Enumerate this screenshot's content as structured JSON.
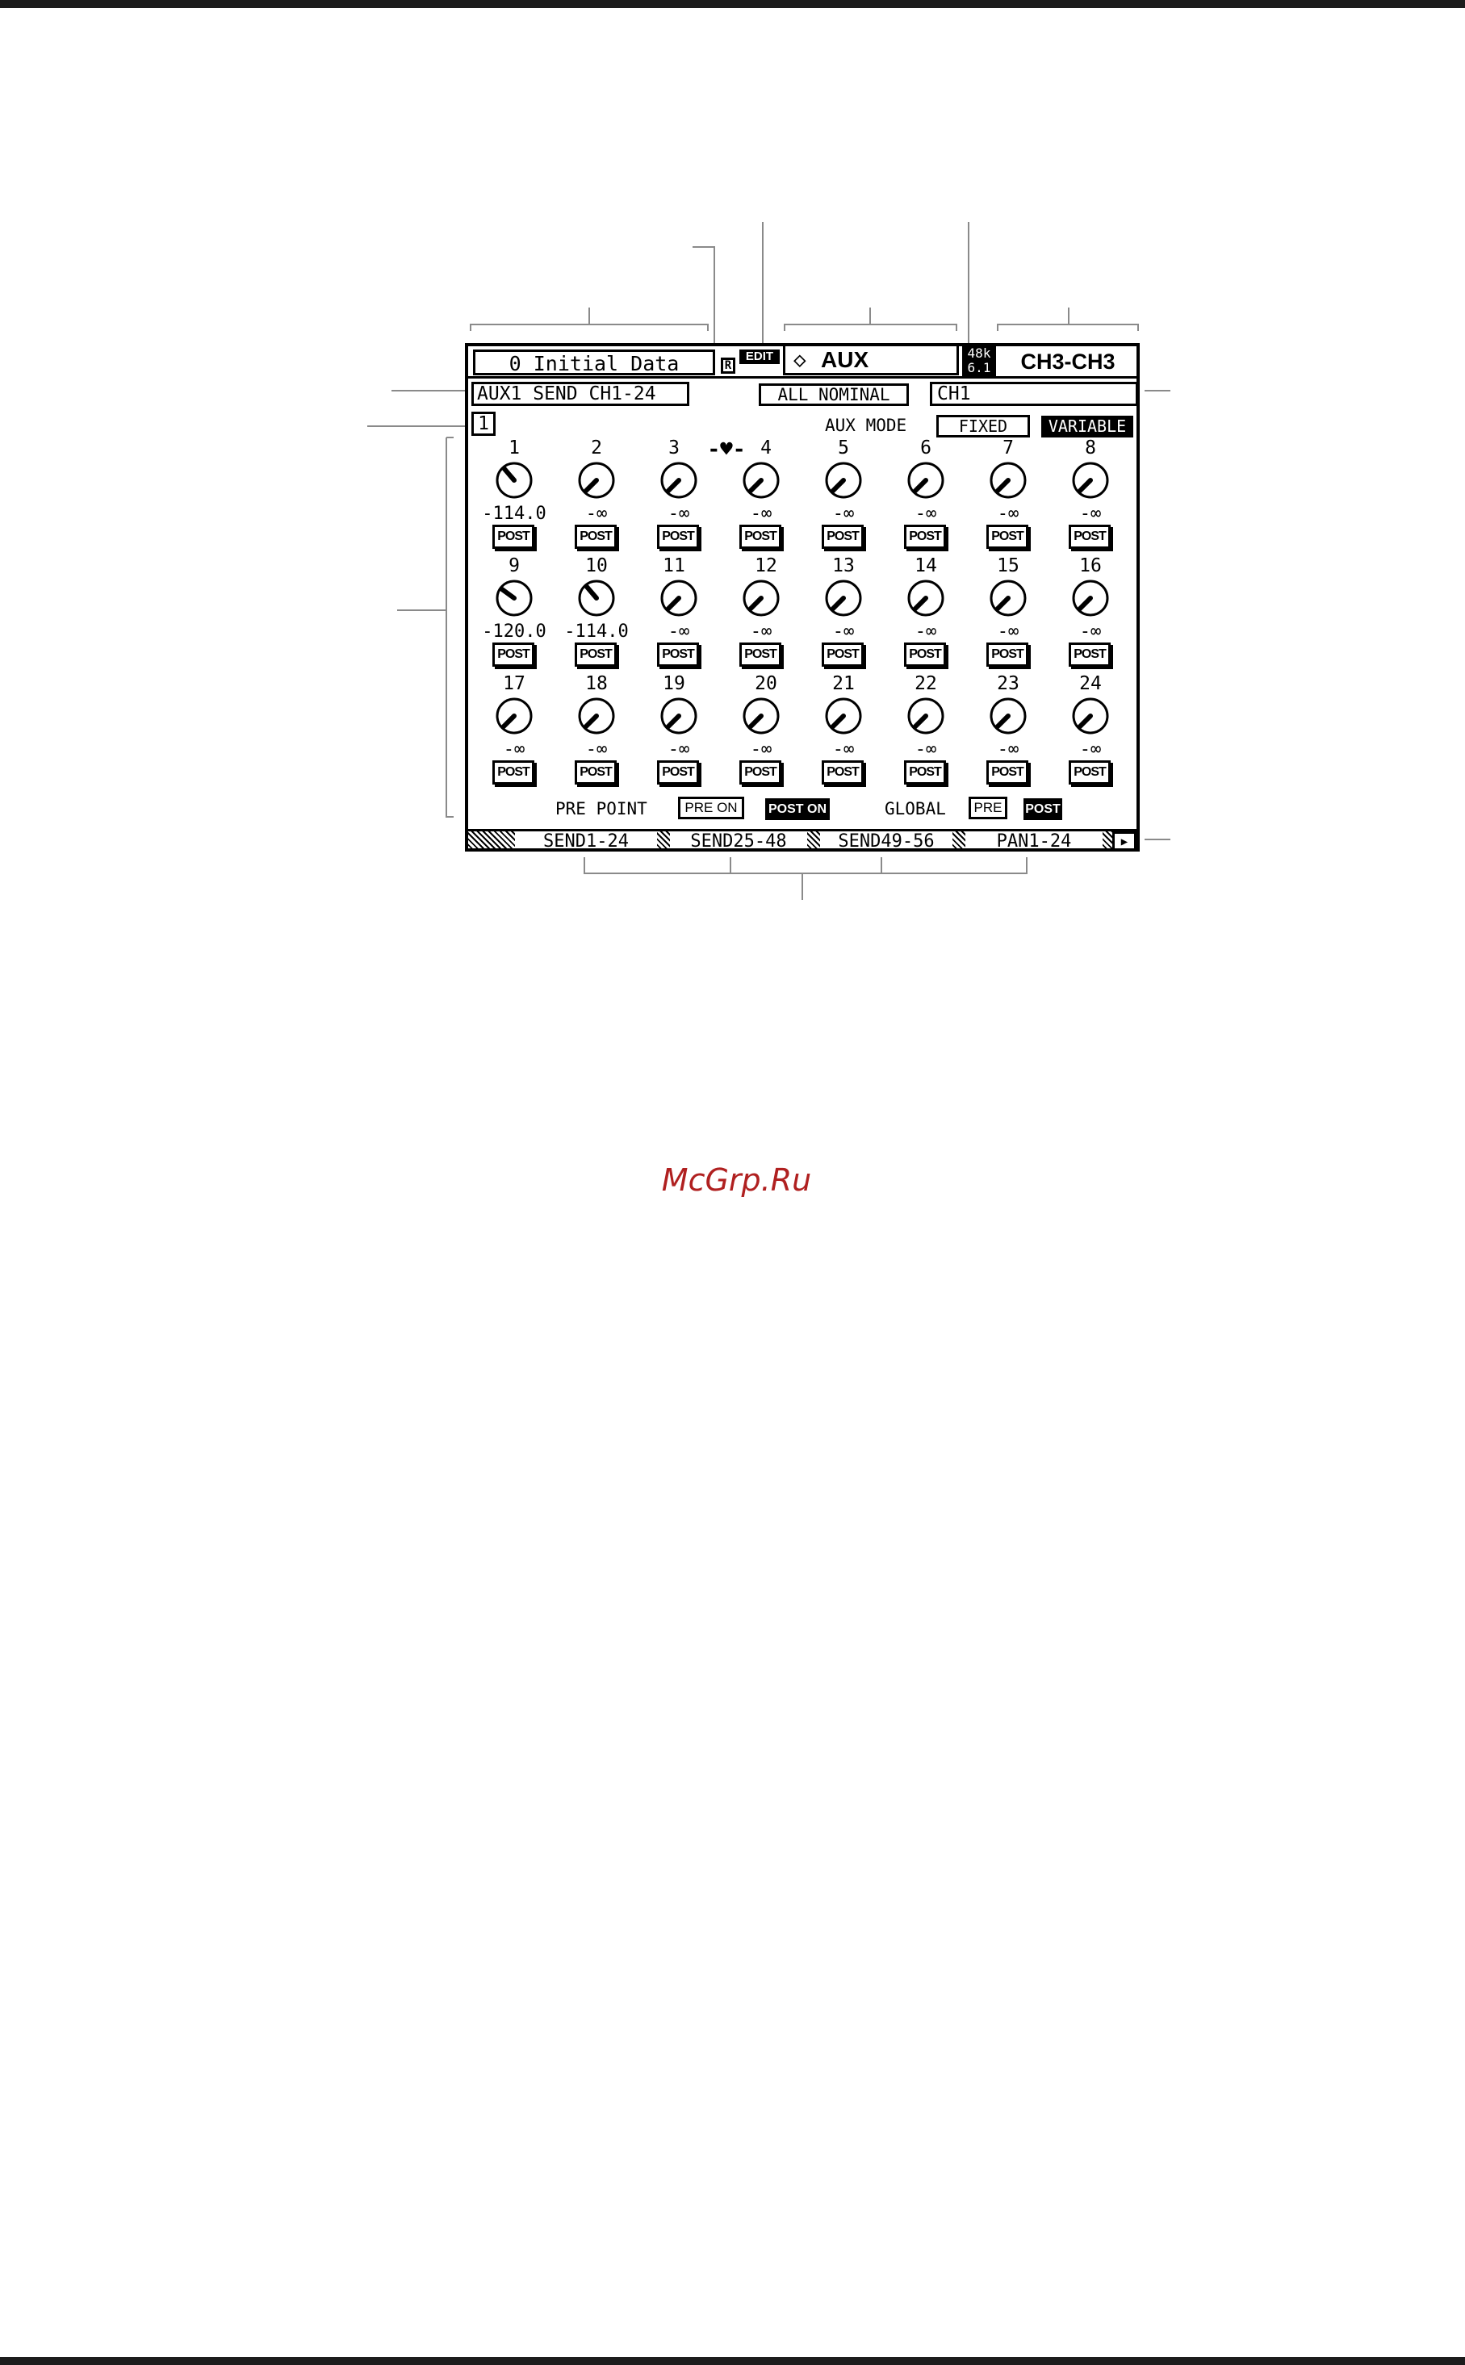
{
  "header": {
    "scene": "0 Initial Data",
    "r_badge": "R",
    "edit_badge": "EDIT",
    "page_icon": "◇",
    "page_name": "AUX",
    "rate_top": "48k",
    "rate_bottom": "6.1",
    "channel_range": "CH3-CH3"
  },
  "row2": {
    "section_title": "AUX1 SEND CH1-24",
    "all_nominal": "ALL NOMINAL",
    "channel_name": "CH1"
  },
  "row3": {
    "aux_number": "1",
    "aux_mode_label": "AUX MODE",
    "fixed": "FIXED",
    "variable": "VARIABLE"
  },
  "pair_icon": "heart-link-icon",
  "pair_symbol": "-♥-",
  "channels": [
    {
      "num": "1",
      "value": "-114.0",
      "point": "POST",
      "level": 0.35
    },
    {
      "num": "2",
      "value": "-∞",
      "point": "POST",
      "level": 0.0
    },
    {
      "num": "3",
      "value": "-∞",
      "point": "POST",
      "level": 0.0
    },
    {
      "num": "4",
      "value": "-∞",
      "point": "POST",
      "level": 0.0
    },
    {
      "num": "5",
      "value": "-∞",
      "point": "POST",
      "level": 0.0
    },
    {
      "num": "6",
      "value": "-∞",
      "point": "POST",
      "level": 0.0
    },
    {
      "num": "7",
      "value": "-∞",
      "point": "POST",
      "level": 0.0
    },
    {
      "num": "8",
      "value": "-∞",
      "point": "POST",
      "level": 0.0
    },
    {
      "num": "9",
      "value": "-120.0",
      "point": "POST",
      "level": 0.3
    },
    {
      "num": "10",
      "value": "-114.0",
      "point": "POST",
      "level": 0.35
    },
    {
      "num": "11",
      "value": "-∞",
      "point": "POST",
      "level": 0.0
    },
    {
      "num": "12",
      "value": "-∞",
      "point": "POST",
      "level": 0.0
    },
    {
      "num": "13",
      "value": "-∞",
      "point": "POST",
      "level": 0.0
    },
    {
      "num": "14",
      "value": "-∞",
      "point": "POST",
      "level": 0.0
    },
    {
      "num": "15",
      "value": "-∞",
      "point": "POST",
      "level": 0.0
    },
    {
      "num": "16",
      "value": "-∞",
      "point": "POST",
      "level": 0.0
    },
    {
      "num": "17",
      "value": "-∞",
      "point": "POST",
      "level": 0.0
    },
    {
      "num": "18",
      "value": "-∞",
      "point": "POST",
      "level": 0.0
    },
    {
      "num": "19",
      "value": "-∞",
      "point": "POST",
      "level": 0.0
    },
    {
      "num": "20",
      "value": "-∞",
      "point": "POST",
      "level": 0.0
    },
    {
      "num": "21",
      "value": "-∞",
      "point": "POST",
      "level": 0.0
    },
    {
      "num": "22",
      "value": "-∞",
      "point": "POST",
      "level": 0.0
    },
    {
      "num": "23",
      "value": "-∞",
      "point": "POST",
      "level": 0.0
    },
    {
      "num": "24",
      "value": "-∞",
      "point": "POST",
      "level": 0.0
    }
  ],
  "footer": {
    "pre_point_label": "PRE POINT",
    "pre_on": "PRE ON",
    "post_on": "POST ON",
    "global_label": "GLOBAL",
    "pre": "PRE",
    "post": "POST"
  },
  "tabs": [
    "SEND1-24",
    "SEND25-48",
    "SEND49-56",
    "PAN1-24"
  ],
  "tab_arrow": "▶",
  "watermark": "McGrp.Ru",
  "colors": {
    "lcd_ink": "#000000",
    "watermark": "#b02020",
    "callout": "#8a8a8a"
  }
}
